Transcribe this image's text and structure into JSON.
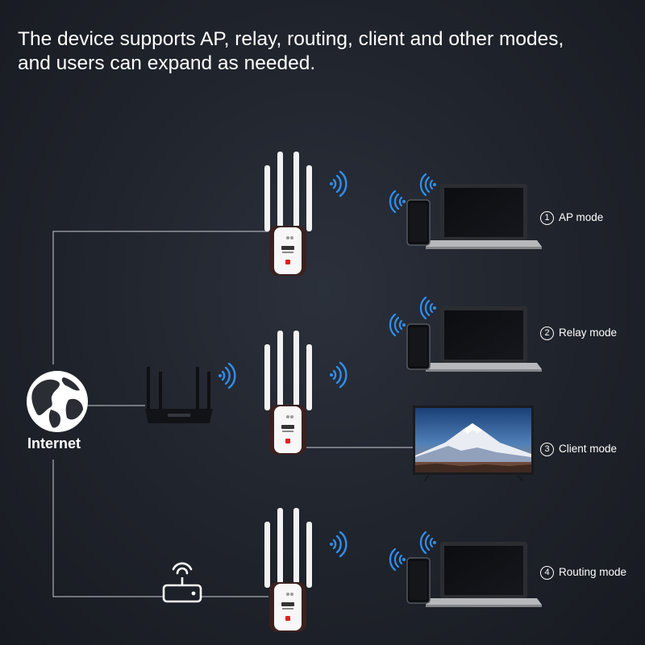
{
  "headline": {
    "line1": "The device supports AP, relay, routing, client and other modes,",
    "line2": "and users can expand as needed."
  },
  "internet": {
    "label": "Internet",
    "icon": "globe-icon"
  },
  "modes": [
    {
      "number": "1",
      "label": "AP mode"
    },
    {
      "number": "2",
      "label": "Relay mode"
    },
    {
      "number": "3",
      "label": "Client mode"
    },
    {
      "number": "4",
      "label": "Routing mode"
    }
  ],
  "colors": {
    "background": "#22262e",
    "line": "#c9ccd1",
    "text": "#ffffff",
    "wifi": "#2f8ff0"
  }
}
